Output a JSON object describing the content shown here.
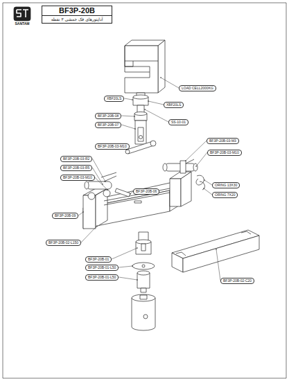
{
  "diagram": {
    "nodes": [
      {
        "text": [
          "BF3P-20B",
          "آداپتورهای فک خمشی ۳ نقطه"
        ]
      },
      {
        "text": [
          "LOAD CELL2000KG"
        ]
      },
      {
        "text": [
          "XBF20LS"
        ]
      },
      {
        "text": [
          "XBF20LS"
        ]
      },
      {
        "text": [
          "BF3P-20B-08"
        ]
      },
      {
        "text": [
          "SS-10-01"
        ]
      },
      {
        "text": [
          "BF3P-20B-07"
        ]
      },
      {
        "text": [
          "BF3P-20B-03-M3"
        ]
      },
      {
        "text": [
          "BF3P-20B-03-M10"
        ]
      },
      {
        "text": [
          "BF3P-20B-03-M10"
        ]
      },
      {
        "text": [
          "BF3P-20B-03-R2"
        ]
      },
      {
        "text": [
          "BF3P-20B-03-R5"
        ]
      },
      {
        "text": [
          "BF3P-20B-03-M10"
        ]
      },
      {
        "text": [
          "ORING 13X30"
        ]
      },
      {
        "text": [
          "BF3P-20B-06"
        ]
      },
      {
        "text": [
          "ORING 7X20"
        ]
      },
      {
        "text": [
          "BF3P-20B-09"
        ]
      },
      {
        "text": [
          "BF3P-20B-02-L150"
        ]
      },
      {
        "text": [
          "BF3P-20B-01"
        ]
      },
      {
        "text": [
          "BF3P-20B-01-L50"
        ]
      },
      {
        "text": [
          "BF3P-20B-01-L50"
        ]
      },
      {
        "text": [
          "BF3P-20B-02-C20"
        ]
      }
    ],
    "labels": [
      "SANTAM"
    ]
  }
}
